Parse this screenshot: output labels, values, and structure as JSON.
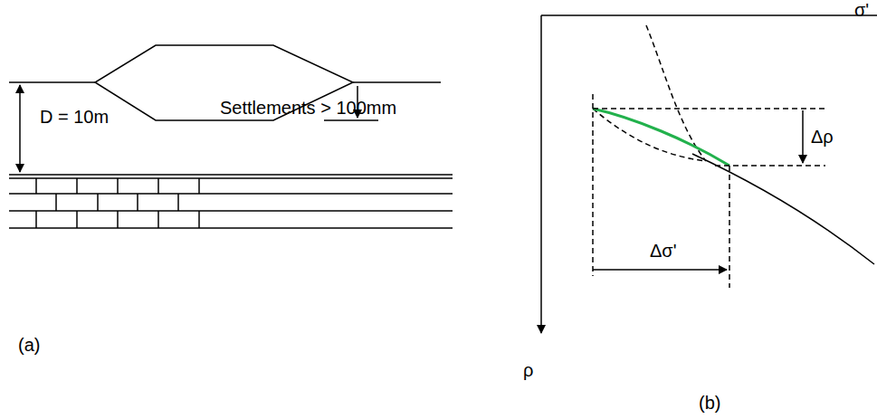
{
  "diagram": {
    "labels": [
      "D = 10m",
      "Settlements > 100mm",
      "(a)",
      "σ'",
      "Δρ",
      "Δσ'",
      "ρ",
      "(b)"
    ]
  }
}
